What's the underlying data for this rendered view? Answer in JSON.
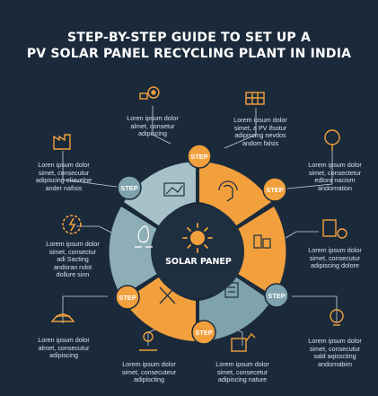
{
  "title_line1": "STEP-BY-STEP GUIDE TO SET UP A",
  "title_line2": "PV SOLAR PANEL RECYCLING PLANT IN INDIA",
  "center_label": "SOLAR PANEP",
  "step_label": "STEP",
  "colors": {
    "background": "#1b2a3a",
    "orange": "#f2a03d",
    "teal": "#7fa3ad",
    "teal_light": "#9bbcc3",
    "dark": "#1e2f40",
    "line": "#c9d3dc"
  },
  "captions": [
    {
      "id": "top-left",
      "text": "Loren ipsum dolor\nalmet, consetur\nadipiscing",
      "icon": "solar-cog-icon"
    },
    {
      "id": "top-right",
      "text": "Lorem ipsum dolor\nsimet, a PV ifsotur\nadipiscing nevdos\nandom falsis",
      "icon": "solar-panel-icon"
    },
    {
      "id": "left-upper",
      "text": "Loren ipsum dolor\nsimet, consecutur\nadipiscing eliavelne\nander nafisis",
      "icon": "factory-icon"
    },
    {
      "id": "right-upper",
      "text": "Lorem ipsum dolor\nsimet, consectetur\nedlora naciom\nandornation",
      "icon": "tree-gear-icon"
    },
    {
      "id": "left-middle",
      "text": "Lorem ipsum dolor\nsimet, consectur\nadi Sacting\nandoran rolot\ndollure sinn",
      "icon": "gear-bolt-icon"
    },
    {
      "id": "right-middle",
      "text": "Lorem ipsum dolor\nsimet, consecutur\nadipiscing dolore",
      "icon": "monitor-gear-icon"
    },
    {
      "id": "left-lower",
      "text": "Loren ipsum dolor\nalmet, consecutur\nadipiscing",
      "icon": "hands-recycle-icon"
    },
    {
      "id": "right-lower",
      "text": "Lorem ipsum dolor\nsimet, consecutur\nsald aqisscting\nandornabim",
      "icon": "lightbulb-icon"
    },
    {
      "id": "bottom-left",
      "text": "Lorem ipsum dolor\nsimet, consecuteur\nadipiscting",
      "icon": "worker-sun-icon"
    },
    {
      "id": "bottom-right",
      "text": "Lorem ipsum dolor\nsimet, consecetur\nadipiscing nature",
      "icon": "building-chart-icon"
    }
  ]
}
